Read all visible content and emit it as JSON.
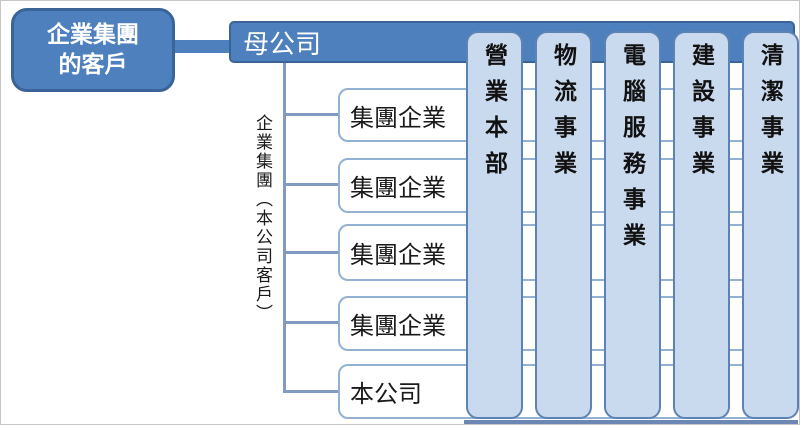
{
  "diagram": {
    "client_box": {
      "line1": "企業集團",
      "line2": "的客戶"
    },
    "parent_label": "母公司",
    "group_side_label": "企業集團（本公司客戶）",
    "rows": [
      {
        "label": "集團企業"
      },
      {
        "label": "集團企業"
      },
      {
        "label": "集團企業"
      },
      {
        "label": "集團企業"
      },
      {
        "label": "本公司"
      }
    ],
    "divisions": [
      {
        "label": "營業本部"
      },
      {
        "label": "物流事業"
      },
      {
        "label": "電腦服務事業"
      },
      {
        "label": "建設事業"
      },
      {
        "label": "清潔事業"
      }
    ],
    "colors": {
      "dark_blue_fill": "#4E80BD",
      "dark_blue_border": "#3A6398",
      "bar_fill": "#C9D9EE",
      "bar_border": "#5D83B4",
      "row_border": "#93B1D3",
      "connector_line": "#7F9CC0",
      "bottom_strip": "#6C87B4",
      "text_dark": "#1A1A1A",
      "text_white": "#FFFFFF"
    }
  }
}
